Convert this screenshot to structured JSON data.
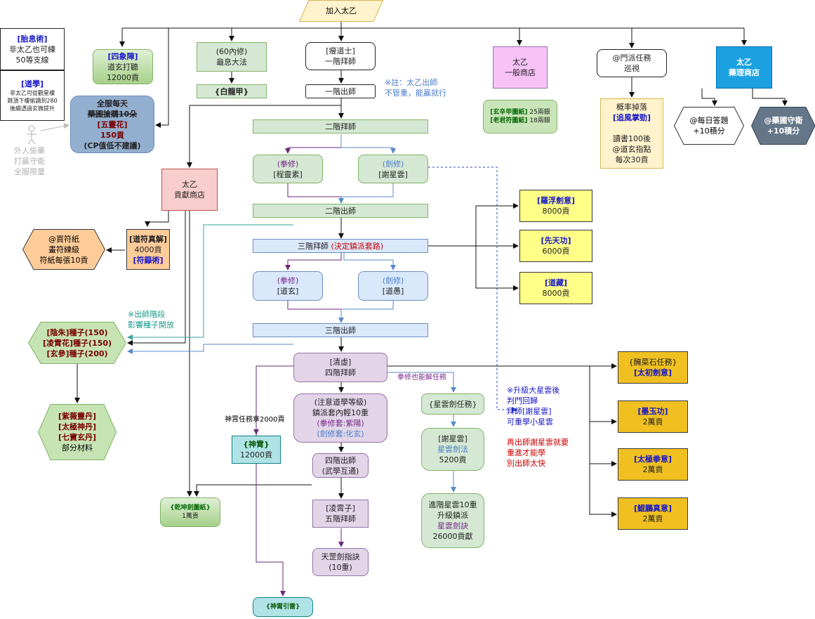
{
  "title": "加入太乙",
  "left_info": {
    "taixi": [
      "[胎息術]",
      "非太乙也可練",
      "50等支線"
    ],
    "daoxue": [
      "[道學]",
      "非太乙可從觀星樓",
      "跳頂下樓偷讀到280",
      "後續透過玄微提升"
    ]
  },
  "sixiang": [
    "[四象陣]",
    "道玄打聽",
    "12000貢"
  ],
  "guixi": [
    "(60內修)",
    "龜息大法"
  ],
  "bailongjia": "{白龍甲}",
  "shoudaoshi": [
    "[瘦道士]",
    "一階拜師"
  ],
  "yijie_chushi": "一階出師",
  "note_taiyi": [
    "※註：太乙出師",
    "不管重，能贏就行"
  ],
  "taiyi_shop": [
    "太乙",
    "一般商店"
  ],
  "shop_items": [
    {
      "name": "[玄辛甲圖紙]",
      "price": "25兩銀"
    },
    {
      "name": "[老君符圖紙]",
      "price": "18兩銀"
    }
  ],
  "menpai": [
    "@門派任務",
    "巡視"
  ],
  "drop": [
    "概率掉落",
    "[追風掌勁]",
    "讀書100後",
    "@道玄指點",
    "每次30貢"
  ],
  "yaoli_shop": [
    "太乙",
    "藥理商店"
  ],
  "daily_quiz": [
    "@每日答題",
    "+10積分"
  ],
  "garden_guard": [
    "@藥圃守衛",
    "+10積分"
  ],
  "server_daily": [
    "全服每天",
    "藥圃搶購10朵",
    "[五靈花]",
    "150貢",
    "(CP值低不建議)"
  ],
  "outsider": [
    "外人偷藥",
    "打贏守衛",
    "全服限量"
  ],
  "gongxian_shop": [
    "太乙",
    "貢獻商店"
  ],
  "erjie_baishi": "二階拜師",
  "quan_cheng": [
    "(拳修)",
    "[程靈素]"
  ],
  "jian_xie": [
    "(劍修)",
    "[謝星雲]"
  ],
  "erjie_chushi": "二階出師",
  "sanjie_baishi": [
    "三階拜師",
    "(決定鎮派套路)"
  ],
  "quan_daoxuan": [
    "(拳修)",
    "[道玄]"
  ],
  "jian_daoyu": [
    "(劍修)",
    "[道愚]"
  ],
  "sanjie_chushi": "三階出師",
  "luofu": [
    "[羅浮劍意]",
    "8000貢"
  ],
  "xiantian": [
    "[先天功]",
    "6000貢"
  ],
  "daozang": [
    "[道藏]",
    "8000貢"
  ],
  "fuzhen": [
    "[道符真解]",
    "4000貢",
    "[符籙術]"
  ],
  "buy_paper": [
    "@買符紙",
    "畫符練級",
    "符紙每張10貢"
  ],
  "note_seed": [
    "※出師階段",
    "影響種子開放"
  ],
  "seeds": [
    "[陰朱]種子(150)",
    "[凌霄花]種子(150)",
    "[玄參]種子(200)"
  ],
  "pills": [
    "[紫薇靈丹]",
    "[太極神丹]",
    "[七寶玄丹]",
    "部分材料"
  ],
  "qingxu": [
    "[清虛]",
    "四階拜師"
  ],
  "quan_also": "拳修也能解任務",
  "zhenpai": [
    "(注意道學等級)",
    "鎮派套內輕10重",
    "(拳修套:紫陽)",
    "(劍修套:化玄)"
  ],
  "shenxiao_task": "神霄任務拿2000貢",
  "shenxiao": [
    "{神霄}",
    "12000貢"
  ],
  "sijie_chushi": [
    "四階出師",
    "(武學互通)"
  ],
  "lingxiaozi": [
    "[凌霄子]",
    "五階拜師"
  ],
  "tiangang": [
    "天罡劍指訣",
    "(10重)"
  ],
  "shenxiao_yinlei": "{神霄引雷}",
  "qiankun": [
    "{乾坤劍圖紙}",
    "1萬貢"
  ],
  "xingyun_task": "{星雲劍任務}",
  "xie_xingyun": [
    "[謝星雲]",
    "星雲劍法",
    "5200貢"
  ],
  "advance": [
    "進階星雲10重",
    "升級鎮派",
    "星雲劍訣",
    "26000貢獻"
  ],
  "note_upgrade": [
    "※升級大星雲後",
    "判門回歸",
    "拜師[謝星雲]",
    "可重學小星雲"
  ],
  "note_again": [
    "再出師謝星雲就要",
    "重進才能學",
    "別出師太快"
  ],
  "yancai": [
    "{醃菜石任務}",
    "[太初劍意]"
  ],
  "moyu": [
    "[墨玉功]",
    "2萬貢"
  ],
  "taiji_quan": [
    "[太極拳意]",
    "2萬貢"
  ],
  "kunpeng": [
    "[鯤鵬真意]",
    "2萬貢"
  ],
  "colors": {
    "arrow": "#111111",
    "purple_edge": "#6a2a7a",
    "blue_edge": "#5a8ac9",
    "teal_edge": "#3aa3a3",
    "dashed_edge": "#2a4ab9",
    "grey_edge": "#b8b8b8"
  }
}
